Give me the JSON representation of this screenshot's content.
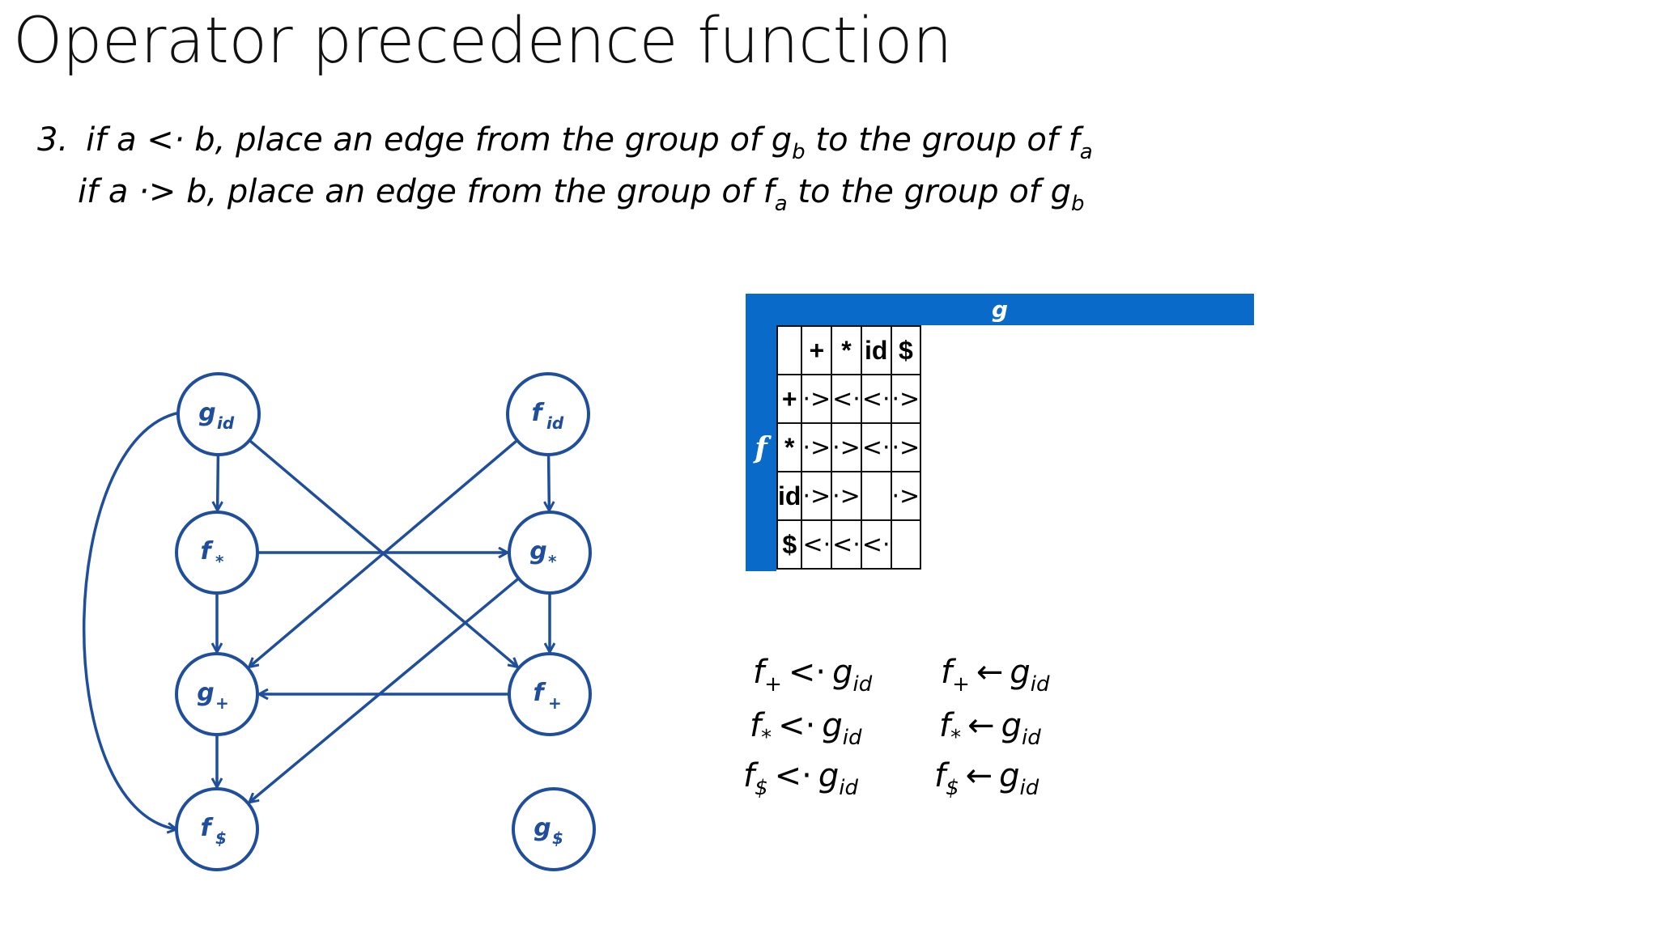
{
  "title": "Operator precedence function",
  "rules": {
    "number": "3.",
    "line1": {
      "t1": "if a <· b, place an edge from the group of g",
      "s1": "b",
      "t2": " to the group of f",
      "s2": "a"
    },
    "line2": {
      "t1": "if a ·> b, place an edge from the group of f",
      "s1": "a",
      "t2": " to the group of g",
      "s2": "b"
    }
  },
  "graph": {
    "stroke_color": "#1f4e9c",
    "nodes": [
      {
        "id": "g_id",
        "base": "g",
        "sub": "id"
      },
      {
        "id": "f_id",
        "base": "f",
        "sub": "id"
      },
      {
        "id": "f_star",
        "base": "f",
        "sub": "*"
      },
      {
        "id": "g_star",
        "base": "g",
        "sub": "*"
      },
      {
        "id": "g_plus",
        "base": "g",
        "sub": "+"
      },
      {
        "id": "f_plus",
        "base": "f",
        "sub": "+"
      },
      {
        "id": "f_dollar",
        "base": "f",
        "sub": "$"
      },
      {
        "id": "g_dollar",
        "base": "g",
        "sub": "$"
      }
    ],
    "edges": [
      {
        "from": "g_id",
        "to": "f_star"
      },
      {
        "from": "g_id",
        "to": "f_plus"
      },
      {
        "from": "g_id",
        "to": "f_dollar"
      },
      {
        "from": "f_id",
        "to": "g_star"
      },
      {
        "from": "f_id",
        "to": "g_plus"
      },
      {
        "from": "f_star",
        "to": "g_star"
      },
      {
        "from": "f_star",
        "to": "g_plus"
      },
      {
        "from": "g_star",
        "to": "f_plus"
      },
      {
        "from": "g_star",
        "to": "f_dollar"
      },
      {
        "from": "f_plus",
        "to": "g_plus"
      },
      {
        "from": "g_plus",
        "to": "f_dollar"
      }
    ]
  },
  "table": {
    "accent_color": "#0a6ac9",
    "col_group_label": "g",
    "row_group_label": "f",
    "columns": [
      "+",
      "*",
      "id",
      "$"
    ],
    "rows": [
      {
        "label": "+",
        "cells": [
          "·>",
          "<·",
          "<·",
          "·>"
        ]
      },
      {
        "label": "*",
        "cells": [
          "·>",
          "·>",
          "<·",
          "·>"
        ]
      },
      {
        "label": "id",
        "cells": [
          "·>",
          "·>",
          "",
          "·>"
        ]
      },
      {
        "label": "$",
        "cells": [
          "<·",
          "<·",
          "<·",
          ""
        ]
      }
    ]
  },
  "relations": {
    "left": [
      {
        "f": "f",
        "fsub": "+",
        "op": "<·",
        "g": "g",
        "gsub": "id"
      },
      {
        "f": "f",
        "fsub": "*",
        "op": "<·",
        "g": "g",
        "gsub": "id"
      },
      {
        "f": "f",
        "fsub": "$",
        "op": "<·",
        "g": "g",
        "gsub": "id"
      }
    ],
    "right": [
      {
        "f": "f",
        "fsub": "+",
        "op": "←",
        "g": "g",
        "gsub": "id"
      },
      {
        "f": "f",
        "fsub": "*",
        "op": "←",
        "g": "g",
        "gsub": "id"
      },
      {
        "f": "f",
        "fsub": "$",
        "op": "←",
        "g": "g",
        "gsub": "id"
      }
    ]
  }
}
